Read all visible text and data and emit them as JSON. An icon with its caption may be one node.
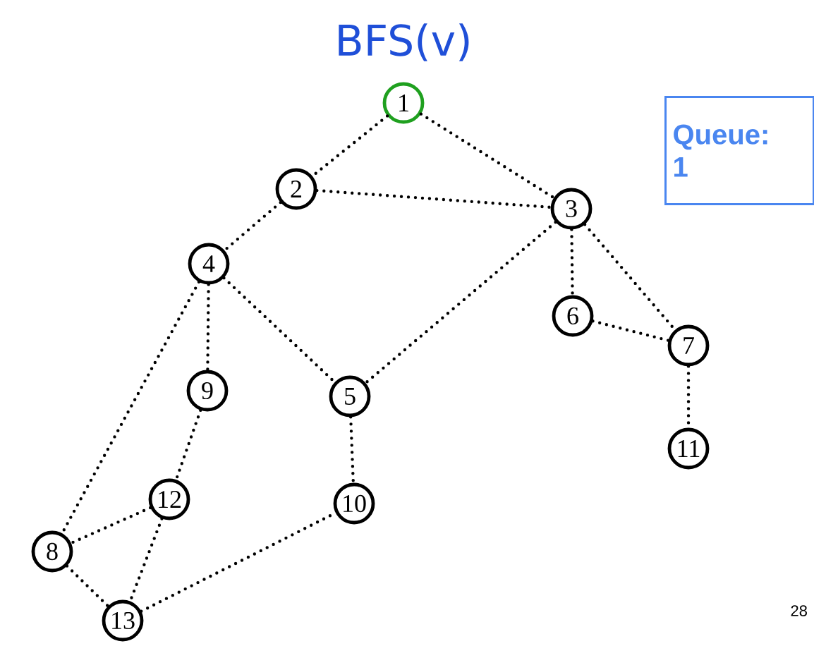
{
  "diagram": {
    "title": "BFS(v)",
    "nodes": [
      {
        "text": [
          "1"
        ]
      },
      {
        "text": [
          "2"
        ]
      },
      {
        "text": [
          "3"
        ]
      },
      {
        "text": [
          "4"
        ]
      },
      {
        "text": [
          "5"
        ]
      },
      {
        "text": [
          "6"
        ]
      },
      {
        "text": [
          "7"
        ]
      },
      {
        "text": [
          "8"
        ]
      },
      {
        "text": [
          "9"
        ]
      },
      {
        "text": [
          "10"
        ]
      },
      {
        "text": [
          "11"
        ]
      },
      {
        "text": [
          "12"
        ]
      },
      {
        "text": [
          "13"
        ]
      },
      {
        "text": [
          "Queue:",
          "1"
        ]
      }
    ],
    "edges": [
      {
        "from": 0,
        "to": 1,
        "arrow": "none"
      },
      {
        "from": 0,
        "to": 2,
        "arrow": "none"
      },
      {
        "from": 1,
        "to": 2,
        "arrow": "none"
      },
      {
        "from": 1,
        "to": 3,
        "arrow": "none"
      },
      {
        "from": 2,
        "to": 4,
        "arrow": "none"
      },
      {
        "from": 2,
        "to": 5,
        "arrow": "none"
      },
      {
        "from": 2,
        "to": 6,
        "arrow": "none"
      },
      {
        "from": 5,
        "to": 6,
        "arrow": "none"
      },
      {
        "from": 6,
        "to": 10,
        "arrow": "none"
      },
      {
        "from": 3,
        "to": 8,
        "arrow": "none"
      },
      {
        "from": 3,
        "to": 4,
        "arrow": "none"
      },
      {
        "from": 3,
        "to": 7,
        "arrow": "none"
      },
      {
        "from": 8,
        "to": 11,
        "arrow": "none"
      },
      {
        "from": 4,
        "to": 9,
        "arrow": "none"
      },
      {
        "from": 11,
        "to": 7,
        "arrow": "none"
      },
      {
        "from": 11,
        "to": 12,
        "arrow": "none"
      },
      {
        "from": 7,
        "to": 12,
        "arrow": "none"
      },
      {
        "from": 12,
        "to": 9,
        "arrow": "none"
      }
    ],
    "labels": [
      "28"
    ]
  }
}
